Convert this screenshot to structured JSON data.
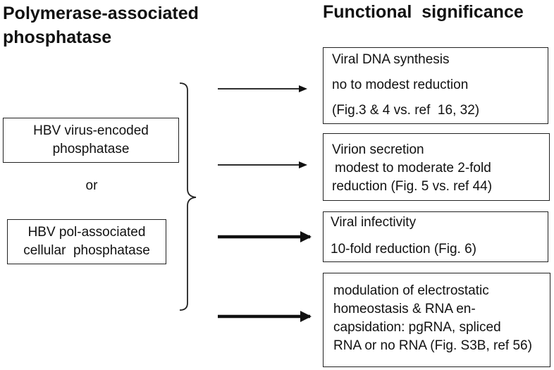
{
  "left_heading": [
    "Polymerase-associated",
    "phosphatase"
  ],
  "right_heading": "Functional  significance",
  "left_boxes": [
    {
      "lines": [
        "HBV virus-encoded",
        "phosphatase"
      ]
    },
    {
      "lines": [
        "HBV pol-associated",
        "cellular  phosphatase"
      ]
    }
  ],
  "or_label": "or",
  "right_boxes": [
    {
      "lines": [
        "Viral DNA synthesis",
        "no to modest reduction",
        "(Fig.3 & 4 vs. ref  16, 32)"
      ]
    },
    {
      "lines": [
        "Virion secretion",
        "modest to moderate 2-fold",
        "reduction (Fig. 5 vs. ref 44)"
      ]
    },
    {
      "lines": [
        "Viral infectivity",
        "10-fold reduction (Fig. 6)"
      ]
    },
    {
      "lines": [
        "modulation of electrostatic",
        "homeostasis & RNA en-",
        "capsidation: pgRNA, spliced",
        "RNA or no RNA (Fig. S3B, ref 56)"
      ]
    }
  ],
  "arrows": [
    {
      "style": "thin"
    },
    {
      "style": "thin"
    },
    {
      "style": "thick"
    },
    {
      "style": "thick"
    }
  ]
}
